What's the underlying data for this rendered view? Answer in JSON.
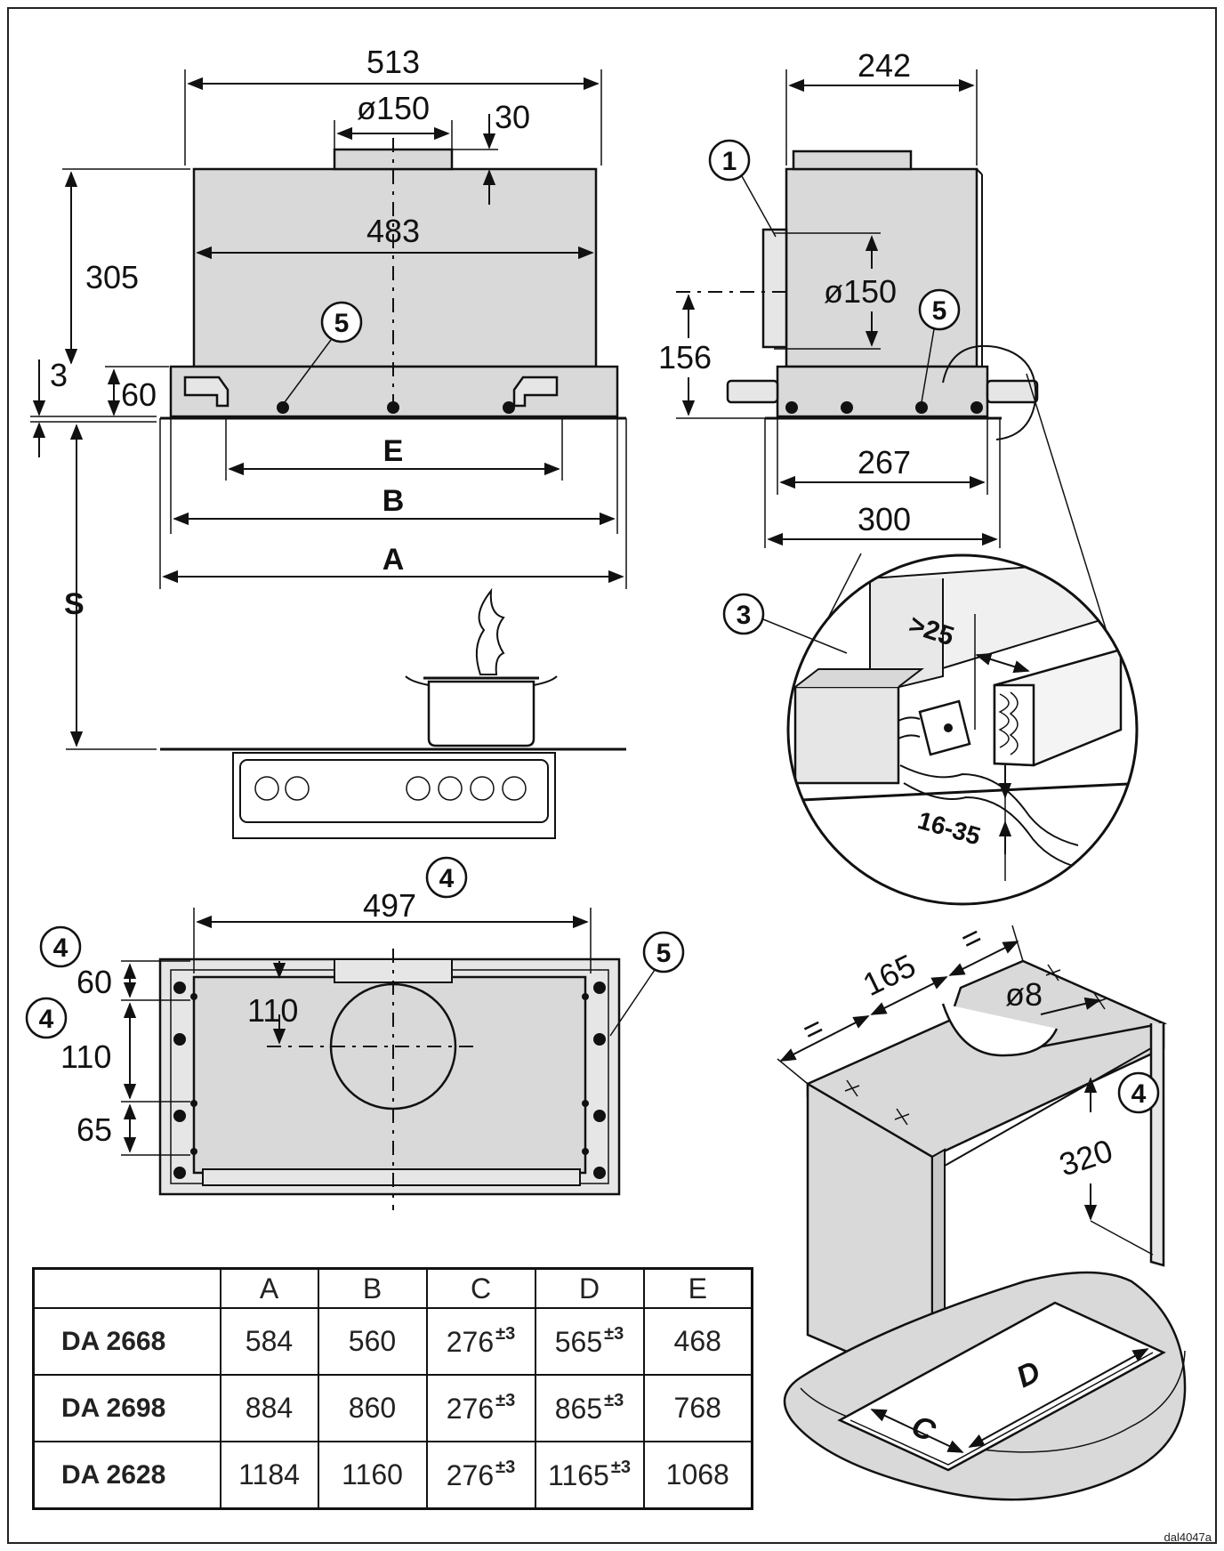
{
  "front_view": {
    "width_overall": "513",
    "duct_diameter": "ø150",
    "duct_height": "30",
    "inner_width": "483",
    "height": "305",
    "trim_thickness": "3",
    "trim_height": "60",
    "label_e": "E",
    "label_b": "B",
    "label_a": "A",
    "label_s": "S",
    "callout": "5"
  },
  "side_view": {
    "depth_top": "242",
    "callout_1": "1",
    "duct_diameter": "ø150",
    "duct_center_height": "156",
    "callout_5": "5",
    "depth_bottom": "267",
    "depth_trim": "300"
  },
  "detail_view": {
    "callout_3": "3",
    "min_clearance": ">25",
    "panel_thickness": "16-35"
  },
  "bottom_view": {
    "width": "497",
    "callout_4_top": "4",
    "callout_4_left_a": "4",
    "callout_4_left_b": "4",
    "callout_5": "5",
    "offset_60": "60",
    "offset_110_center": "110",
    "offset_110": "110",
    "offset_65": "65"
  },
  "template_view": {
    "equal_left": "=",
    "width_165": "165",
    "equal_right": "=",
    "hole_diameter": "ø8",
    "callout_4": "4",
    "depth_320": "320",
    "label_c": "C",
    "label_d": "D"
  },
  "table": {
    "headers": [
      "",
      "A",
      "B",
      "C",
      "D",
      "E"
    ],
    "rows": [
      {
        "model": "DA 2668",
        "a": "584",
        "b": "560",
        "c": "276",
        "c_tol": "±3",
        "d": "565",
        "d_tol": "±3",
        "e": "468"
      },
      {
        "model": "DA 2698",
        "a": "884",
        "b": "860",
        "c": "276",
        "c_tol": "±3",
        "d": "865",
        "d_tol": "±3",
        "e": "768"
      },
      {
        "model": "DA 2628",
        "a": "1184",
        "b": "1160",
        "c": "276",
        "c_tol": "±3",
        "d": "1165",
        "d_tol": "±3",
        "e": "1068"
      }
    ]
  },
  "reference_code": "dal4047a"
}
